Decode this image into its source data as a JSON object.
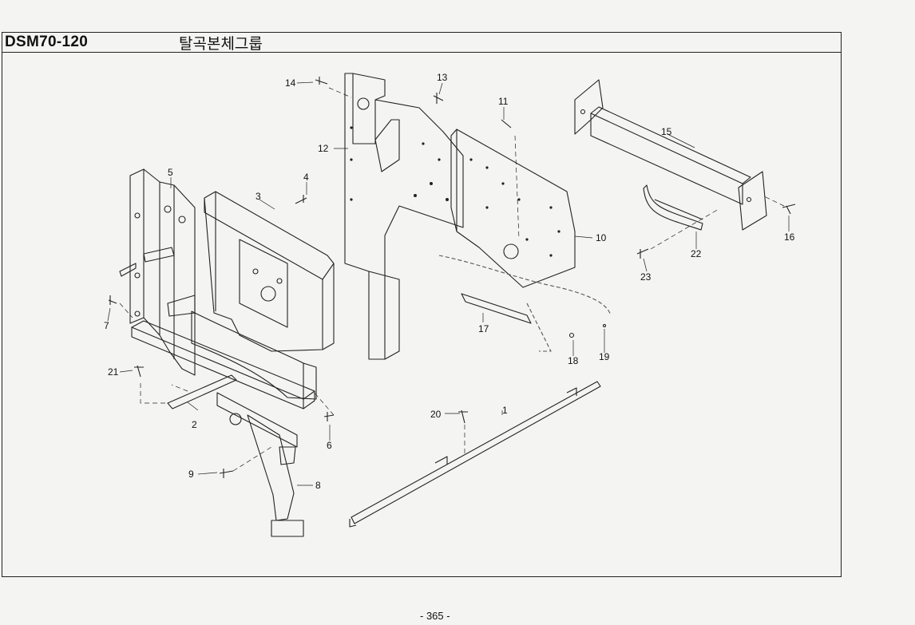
{
  "header": {
    "model_code": "DSM70-120",
    "group_name": "탈곡본체그룹"
  },
  "callouts": [
    "1",
    "2",
    "3",
    "4",
    "5",
    "6",
    "7",
    "8",
    "9",
    "10",
    "11",
    "12",
    "13",
    "14",
    "15",
    "16",
    "17",
    "18",
    "19",
    "20",
    "21",
    "22",
    "23"
  ],
  "footer": {
    "page_number": "- 365 -"
  }
}
